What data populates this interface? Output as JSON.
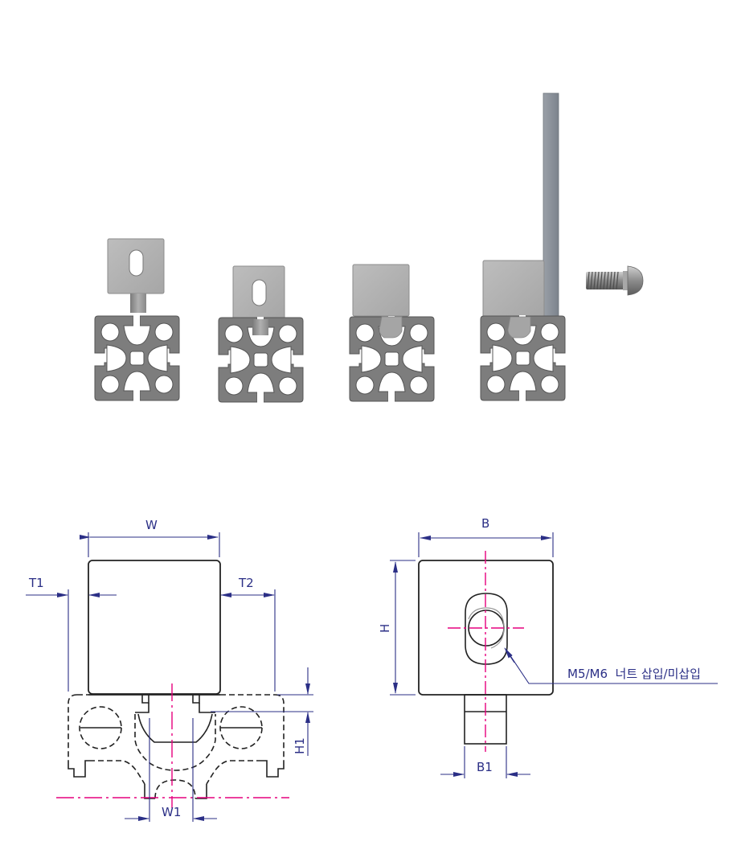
{
  "colors": {
    "dimension": "#2b2f86",
    "centerline": "#e6007e",
    "outline": "#222222",
    "profile_fill": "#7d7d7d",
    "block_fill": "#b4b4b4",
    "rod_fill": "#8a9099"
  },
  "renderings": {
    "steps": [
      {
        "id": "step-1",
        "label": "block above profile, nut separated"
      },
      {
        "id": "step-2",
        "label": "block seated with nut in slot"
      },
      {
        "id": "step-3",
        "label": "block rotated, nut locked"
      },
      {
        "id": "step-4",
        "label": "block with panel attached"
      }
    ],
    "screw_icon": "button-head-screw"
  },
  "front_view": {
    "dims": {
      "W": "W",
      "T1": "T1",
      "T2": "T2",
      "H1": "H1",
      "W1": "W1"
    }
  },
  "side_view": {
    "dims": {
      "B": "B",
      "H": "H",
      "B1": "B1"
    },
    "note": "M5/M6  너트 삽입/미삽입"
  }
}
